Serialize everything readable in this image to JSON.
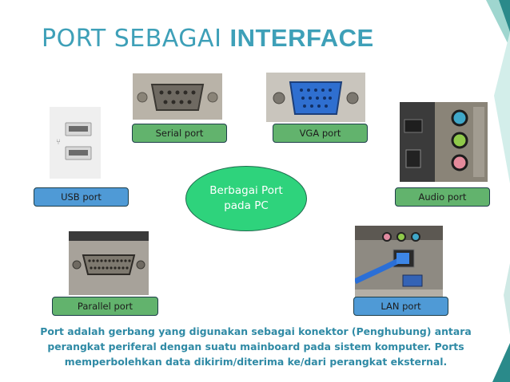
{
  "slide": {
    "title_regular": "PORT SEBAGAI ",
    "title_bold": "INTERFACE",
    "center_line1": "Berbagai Port",
    "center_line2": "pada PC",
    "description_line1": "Port adalah gerbang yang digunakan sebagai konektor (Penghubung) antara",
    "description_line2": "perangkat periferal dengan suatu mainboard pada sistem komputer. Ports",
    "description_line3": "memperbolehkan data dikirim/diterima ke/dari perangkat eksternal."
  },
  "labels": {
    "serial": "Serial port",
    "vga": "VGA port",
    "usb": "USB port",
    "audio": "Audio port",
    "parallel": "Parallel port",
    "lan": "LAN port"
  },
  "colors": {
    "title": "#3ea0b8",
    "green_label": "#62b36d",
    "blue_label": "#4f9ad6",
    "center_ellipse": "#2ed37c",
    "description": "#2f8aa5",
    "accent_triangle_dark": "#2a8a8a",
    "accent_triangle_light": "#9fd6cf"
  },
  "icons": [
    "usb-port-photo",
    "serial-port-photo",
    "vga-port-photo",
    "audio-port-photo",
    "parallel-port-photo",
    "lan-port-photo"
  ]
}
